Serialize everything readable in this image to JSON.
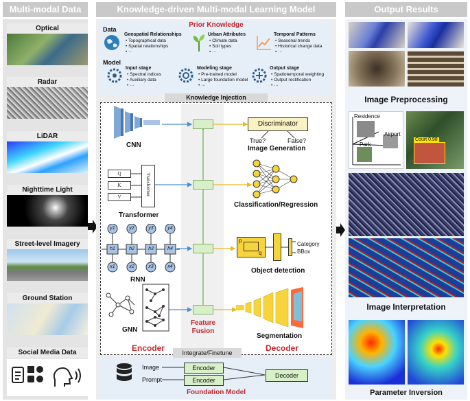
{
  "headers": {
    "left": "Multi-modal Data",
    "center": "Knowledge-driven Multi-modal Learning Model",
    "right": "Output Results"
  },
  "modalities": [
    "Optical",
    "Radar",
    "LiDAR",
    "Nighttime Light",
    "Street-level Imagery",
    "Ground Station",
    "Social Media Data"
  ],
  "prior": {
    "title": "Prior Knowledge",
    "data_label": "Data",
    "model_label": "Model",
    "geo": {
      "title": "Geospatial Relationships",
      "items": [
        "Topographical data",
        "Spatial relationships",
        "···"
      ]
    },
    "urban": {
      "title": "Urban Attributes",
      "items": [
        "Climate data",
        "Soil types",
        "···"
      ]
    },
    "temporal": {
      "title": "Temporal Patterns",
      "items": [
        "Seasonal trends",
        "Historical change data",
        "···"
      ]
    },
    "input": {
      "title": "Input stage",
      "items": [
        "Spectral indices",
        "Auxiliary data",
        "···"
      ]
    },
    "modeling": {
      "title": "Modeling stage",
      "items": [
        "Pre-trained model",
        "Large foundation model",
        "···"
      ]
    },
    "output": {
      "title": "Output stage",
      "items": [
        "Spatiotemporal weighting",
        "Output rectification",
        "···"
      ]
    }
  },
  "injection": "Knowledge Injection",
  "encoders": {
    "cnn": "CNN",
    "transformer": "Transformer",
    "rnn": "RNN",
    "gnn": "GNN",
    "transformer_box": "Transformer",
    "qkv": [
      "Q",
      "K",
      "V"
    ],
    "h": [
      "h1",
      "h2",
      "h3",
      "h4"
    ],
    "y": [
      "y1",
      "y2",
      "y3",
      "y4"
    ],
    "x": [
      "x1",
      "x2",
      "x3",
      "x4"
    ]
  },
  "fusion": "Feature Fusion",
  "encoder_label": "Encoder",
  "decoder_label": "Decoder",
  "tasks": {
    "discriminator": "Discriminator",
    "true_q": "True?",
    "false_q": "False?",
    "image_generation": "Image Generation",
    "classification": "Classification/Regression",
    "category": "Category",
    "bbox": "BBox",
    "p": "p",
    "q": "q",
    "object_detection": "Object detection",
    "segmentation": "Segmentation"
  },
  "foundation": {
    "integrate": "Integrate/Finetune",
    "image": "Image",
    "prompt": "Prompt",
    "encoder": "Encoder",
    "decoder": "Decoder",
    "title": "Foundation Model"
  },
  "outputs": {
    "preprocessing": "Image Preprocessing",
    "interpretation": "Image Interpretation",
    "inversion": "Parameter Inversion",
    "residence": "Residence",
    "airport": "Airport",
    "park": "Park",
    "court": "Court",
    "court_score": "0.98"
  },
  "colors": {
    "header": "#c9c9c9",
    "accent_red": "#c0272d",
    "fusion_green": "#d7f0c8",
    "blue_box": "#e6eef8",
    "arrow_blue": "#4a8fd0",
    "arrow_green": "#6ab04c",
    "arrow_yellow": "#e8b923"
  }
}
